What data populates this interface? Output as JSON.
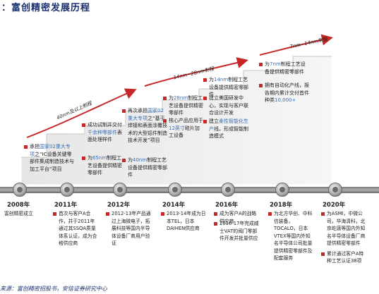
{
  "title": "：富创精密发展历程",
  "bands": [
    {
      "label": "40nm及以上制程"
    },
    {
      "label": "14nm~28nm制程"
    },
    {
      "label": "7nm~14nm制程"
    }
  ],
  "stages": [
    {
      "items": [
        {
          "parts": [
            [
              "承担",
              ""
            ],
            [
              "国家02重大专项",
              "blue"
            ],
            [
              "之“IC设备关键零部件集成制造技术与加工平台”项目",
              ""
            ]
          ]
        }
      ]
    },
    {
      "items": [
        {
          "parts": [
            [
              "成功试制并交付",
              ""
            ],
            [
              "千余种零部件",
              "blue"
            ],
            [
              "表面处理样件",
              ""
            ]
          ]
        },
        {
          "parts": [
            [
              "为",
              ""
            ],
            [
              "65nm",
              "blue"
            ],
            [
              "制程工艺设备提供精密零部件",
              ""
            ]
          ]
        }
      ]
    },
    {
      "items": [
        {
          "parts": [
            [
              "再次承担",
              ""
            ],
            [
              "国家02重大专项",
              "blue"
            ],
            [
              "之“基于焊接和表面涂覆技术的大型铝件制造技术开发”项目",
              ""
            ]
          ]
        },
        {
          "parts": [
            [
              "为",
              ""
            ],
            [
              "40nm",
              "blue"
            ],
            [
              "制程工艺设备提供精密零部件",
              ""
            ]
          ]
        }
      ]
    },
    {
      "items": [
        {
          "parts": [
            [
              "为",
              ""
            ],
            [
              "28nm",
              "blue"
            ],
            [
              "制程工艺设备提供精密零部件",
              ""
            ]
          ]
        },
        {
          "parts": [
            [
              "核心产品应用于",
              ""
            ],
            [
              "12英寸",
              "blue"
            ],
            [
              "硅片加工设备",
              ""
            ]
          ]
        }
      ]
    },
    {
      "items": [
        {
          "parts": [
            [
              "为",
              ""
            ],
            [
              "14nm",
              "blue"
            ],
            [
              "制程工艺设备提供精密零部件",
              ""
            ]
          ]
        },
        {
          "parts": [
            [
              "建立美国研发中心，实现与客户联合设计开发",
              ""
            ]
          ]
        },
        {
          "parts": [
            [
              "建立",
              ""
            ],
            [
              "柔性智能化生产",
              "blue"
            ],
            [
              "线，形成智能制造模式",
              ""
            ]
          ]
        }
      ]
    },
    {
      "items": [
        {
          "parts": [
            [
              "为",
              ""
            ],
            [
              "7nm",
              "blue"
            ],
            [
              "制程工艺设备提供精密零部件",
              ""
            ]
          ]
        },
        {
          "parts": [
            [
              "拥有自动化产线，报告期内累计交付首件种类",
              ""
            ],
            [
              "10,000+",
              "blue"
            ]
          ]
        }
      ]
    }
  ],
  "timeline": [
    {
      "year": "2008年",
      "events": [
        "富创精密成立"
      ]
    },
    {
      "year": "2011年",
      "events": [
        "首次与客户A合作，并于2011年通过其SSQA质量体系认证，成为合格供应商"
      ]
    },
    {
      "year": "2012年",
      "events": [
        "2012-13年产品通过上海微电子，拓展科技等国内半导体设备厂商用户验证"
      ]
    },
    {
      "year": "2014年",
      "events": [
        "2013-14年成为日本TEL，日本DAIHEN供应商"
      ]
    },
    {
      "year": "2016年",
      "events": [
        "成为客户A的战略供应商",
        "2016-17年完成威士VAT的阀门零部件开发并批量供应"
      ]
    },
    {
      "year": "2018年",
      "events": [
        "为北方华创、中科信装备，TOCALO，日本VTEX等国内外知名半导体公司批量提供精密零部件及配套服务"
      ]
    },
    {
      "year": "2020年",
      "events": [
        "为ASMI，中微公司，华海清科，北京屹唐等国内外知名半导体设备厂商提供精密零部件",
        "累计通过客户A特种工艺认证38项"
      ]
    }
  ],
  "footer": "来源：富创精密招股书，安信证券研究中心"
}
